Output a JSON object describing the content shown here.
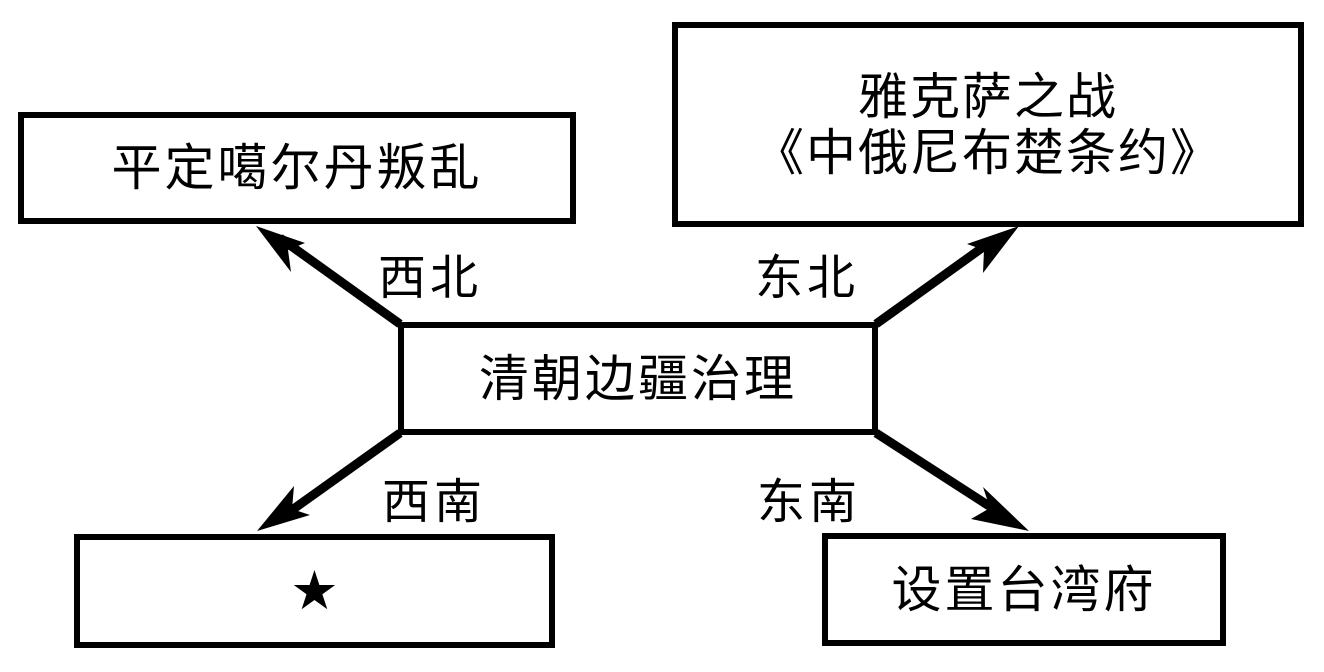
{
  "diagram": {
    "title": "清朝边疆治理",
    "type": "concept-map",
    "center": {
      "id": "center",
      "label": "清朝边疆治理"
    },
    "nodes": [
      {
        "id": "northwest",
        "direction_label": "西北",
        "lines": [
          "平定噶尔丹叛乱"
        ],
        "text": "平定噶尔丹叛乱"
      },
      {
        "id": "northeast",
        "direction_label": "东北",
        "lines": [
          "雅克萨之战",
          "《中俄尼布楚条约》"
        ],
        "line1": "雅克萨之战",
        "line2": "《中俄尼布楚条约》"
      },
      {
        "id": "southwest",
        "direction_label": "西南",
        "lines": [
          "★"
        ],
        "text": "★",
        "icon": "star-glyph"
      },
      {
        "id": "southeast",
        "direction_label": "东南",
        "lines": [
          "设置台湾府"
        ],
        "text": "设置台湾府"
      }
    ],
    "colors": {
      "stroke": "#000000",
      "fill": "#ffffff",
      "text": "#000000"
    }
  }
}
